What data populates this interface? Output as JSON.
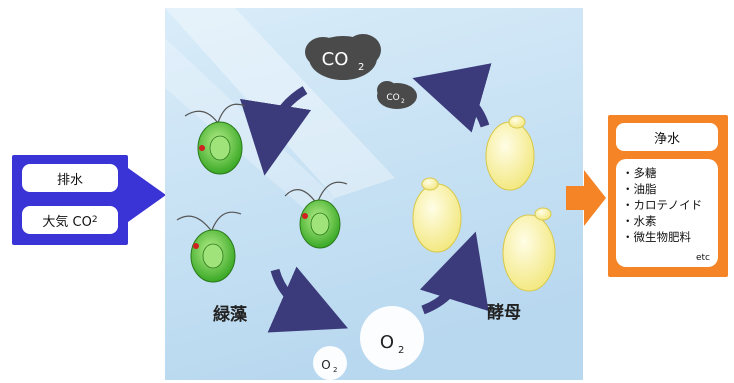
{
  "left": {
    "items": [
      "排水",
      "大気 CO"
    ],
    "subscript": "2"
  },
  "right": {
    "title": "浄水",
    "items": [
      "・多糖",
      "・油脂",
      "・カロテノイド",
      "・水素",
      "・微生物肥料"
    ],
    "etc": "etc"
  },
  "scene": {
    "co2_big": "CO",
    "co2_small": "CO",
    "co2_sub": "2",
    "o2_big": "O",
    "o2_small": "O",
    "o2_sub": "2",
    "algae_label": "緑藻",
    "yeast_label": "酵母"
  },
  "colors": {
    "left_panel": "#3a34d6",
    "right_panel": "#f58426",
    "cycle_arrow": "#3b3a7a",
    "algae": "#5fcf3f",
    "yeast": "#f6ef9a",
    "cloud": "#4a4a4a"
  }
}
